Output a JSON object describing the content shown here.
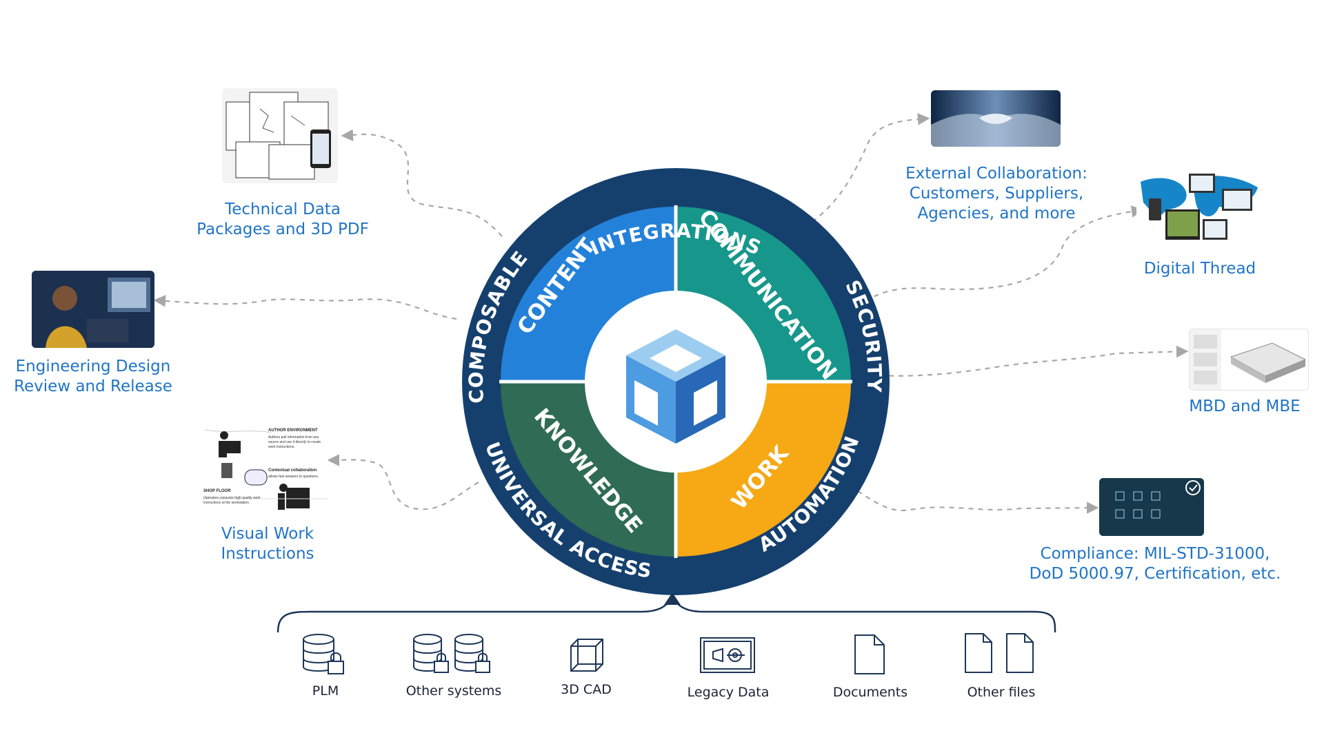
{
  "ring": {
    "outer_labels": [
      "INTEGRATIONS",
      "SECURITY",
      "AUTOMATION",
      "UNIVERSAL ACCESS",
      "COMPOSABLE"
    ],
    "quadrants": [
      {
        "label": "CONTENT",
        "color": "#2481d9"
      },
      {
        "label": "COMMUNICATION",
        "color": "#17978b"
      },
      {
        "label": "WORK",
        "color": "#f6a815"
      },
      {
        "label": "KNOWLEDGE",
        "color": "#2f6b55"
      }
    ],
    "ring_color": "#15406e"
  },
  "capabilities": {
    "technical_data": [
      "Technical Data",
      "Packages and 3D PDF"
    ],
    "engineering": [
      "Engineering Design",
      "Review and Release"
    ],
    "visual_work": [
      "Visual Work",
      "Instructions"
    ],
    "external": [
      "External Collaboration:",
      "Customers, Suppliers,",
      "Agencies, and more"
    ],
    "digital_thread": [
      "Digital Thread"
    ],
    "mbd": [
      "MBD and MBE"
    ],
    "compliance": [
      "Compliance: MIL-STD-31000,",
      "DoD 5000.97, Certification, etc."
    ]
  },
  "instructions_thumb": {
    "author_env": "AUTHOR ENVIRONMENT",
    "author_text": "Authors pull information from any source and use it directly to create work instructions.",
    "contextual": "Contextual collaboration",
    "contextual_text": "allows fast answers to questions.",
    "shop_floor": "SHOP FLOOR",
    "operators_text": "Operators consume high quality work instructions at the workstation."
  },
  "sources": [
    {
      "label": "PLM",
      "icon": "database-lock-icon"
    },
    {
      "label": "Other systems",
      "icon": "databases-lock-icon"
    },
    {
      "label": "3D CAD",
      "icon": "cube-icon"
    },
    {
      "label": "Legacy Data",
      "icon": "legacy-drawing-icon"
    },
    {
      "label": "Documents",
      "icon": "document-icon"
    },
    {
      "label": "Other files",
      "icon": "files-icon"
    }
  ],
  "colors": {
    "label_blue": "#1f74c6",
    "arrow_gray": "#a7a7a7",
    "navy": "#1c3557"
  }
}
